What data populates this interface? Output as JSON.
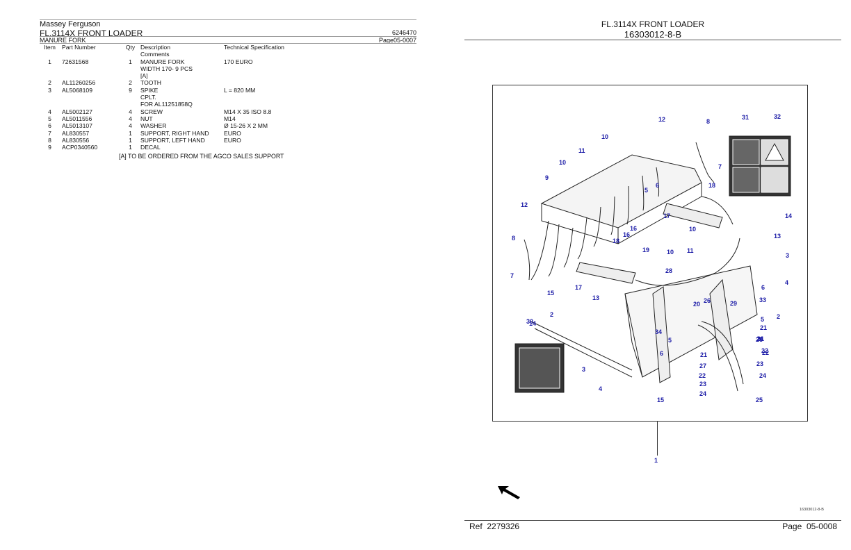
{
  "left": {
    "brand": "Massey Ferguson",
    "model": "FL.3114X FRONT LOADER",
    "doc_number": "6246470",
    "section": "MANURE FORK",
    "page_ref": "Page05-0007",
    "columns": [
      "Item",
      "Part Number",
      "Qty",
      "Description",
      "Technical Specification"
    ],
    "comments_label": "Comments",
    "rows": [
      {
        "item": "1",
        "part": "72631568",
        "qty": "1",
        "desc": "MANURE FORK",
        "tech": "170 EURO"
      },
      {
        "item": "",
        "part": "",
        "qty": "",
        "desc": "WIDTH 170- 9 PCS",
        "tech": ""
      },
      {
        "item": "",
        "part": "",
        "qty": "",
        "desc": "[A]",
        "tech": ""
      },
      {
        "item": "2",
        "part": "AL11260256",
        "qty": "2",
        "desc": "TOOTH",
        "tech": ""
      },
      {
        "item": "3",
        "part": "AL5068109",
        "qty": "9",
        "desc": "SPIKE",
        "tech": "L = 820 MM"
      },
      {
        "item": "",
        "part": "",
        "qty": "",
        "desc": "CPLT.",
        "tech": ""
      },
      {
        "item": "",
        "part": "",
        "qty": "",
        "desc": "FOR AL11251858Q",
        "tech": ""
      },
      {
        "item": "4",
        "part": "AL5002127",
        "qty": "4",
        "desc": "SCREW",
        "tech": "M14 X 35 ISO 8.8"
      },
      {
        "item": "5",
        "part": "AL5011556",
        "qty": "4",
        "desc": "NUT",
        "tech": "M14"
      },
      {
        "item": "6",
        "part": "AL5013107",
        "qty": "4",
        "desc": "WASHER",
        "tech": "Ø 15-26 X 2 MM"
      },
      {
        "item": "7",
        "part": "AL830557",
        "qty": "1",
        "desc": "SUPPORT, RIGHT HAND",
        "tech": "EURO"
      },
      {
        "item": "8",
        "part": "AL830556",
        "qty": "1",
        "desc": "SUPPORT, LEFT HAND",
        "tech": "EURO"
      },
      {
        "item": "9",
        "part": "ACP0340560",
        "qty": "1",
        "desc": "DECAL",
        "tech": ""
      }
    ],
    "footnote": "[A] TO BE ORDERED FROM THE AGCO SALES SUPPORT"
  },
  "right": {
    "title": "FL.3114X FRONT LOADER",
    "drawing_number": "16303012-8-B",
    "small_ref": "16303012-8-B",
    "main_label": "1",
    "ref_label": "Ref",
    "ref_value": "2279326",
    "page_label": "Page",
    "page_value": "05-0008",
    "callout_color": "#1a1aa6"
  },
  "diagram": {
    "callouts": [
      "12",
      "8",
      "31",
      "32",
      "10",
      "11",
      "10",
      "9",
      "7",
      "5",
      "6",
      "18",
      "12",
      "17",
      "14",
      "16",
      "16",
      "10",
      "13",
      "8",
      "18",
      "19",
      "10",
      "11",
      "3",
      "7",
      "28",
      "17",
      "4",
      "6",
      "15",
      "13",
      "20",
      "26",
      "29",
      "33",
      "5",
      "2",
      "14",
      "21",
      "21",
      "30",
      "34",
      "5",
      "26",
      "26",
      "21",
      "22",
      "22",
      "6",
      "27",
      "23",
      "3",
      "22",
      "24",
      "23",
      "4",
      "24",
      "25",
      "15",
      "2"
    ]
  }
}
